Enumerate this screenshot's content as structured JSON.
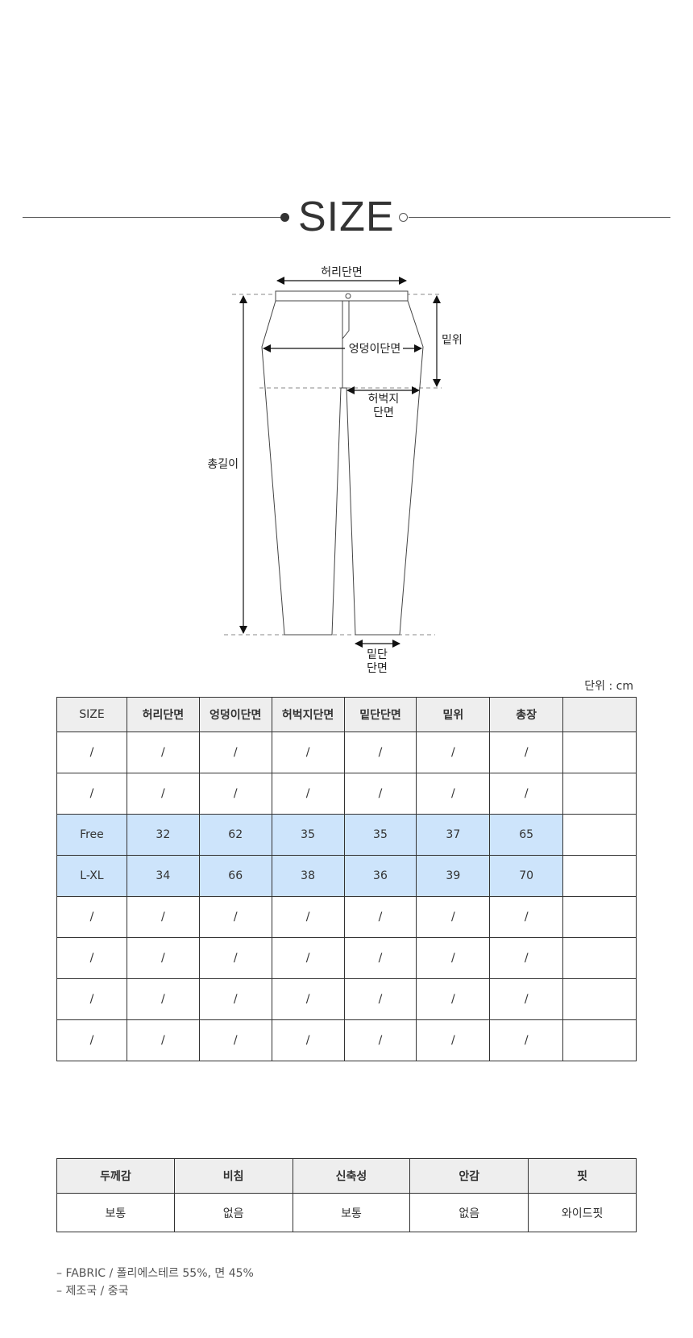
{
  "title": "SIZE",
  "diagram": {
    "waist": "허리단면",
    "hip": "엉덩이단면",
    "rise": "밑위",
    "thigh_line1": "허벅지",
    "thigh_line2": "단면",
    "total_length": "총길이",
    "hem_line1": "밑단",
    "hem_line2": "단면"
  },
  "unit_label": "단위 : cm",
  "size_table": {
    "headers": [
      "SIZE",
      "허리단면",
      "엉덩이단면",
      "허벅지단면",
      "밑단단면",
      "밑위",
      "총장",
      ""
    ],
    "rows": [
      [
        "/",
        "/",
        "/",
        "/",
        "/",
        "/",
        "/",
        ""
      ],
      [
        "/",
        "/",
        "/",
        "/",
        "/",
        "/",
        "/",
        ""
      ],
      [
        "Free",
        "32",
        "62",
        "35",
        "35",
        "37",
        "65",
        ""
      ],
      [
        "L-XL",
        "34",
        "66",
        "38",
        "36",
        "39",
        "70",
        ""
      ],
      [
        "/",
        "/",
        "/",
        "/",
        "/",
        "/",
        "/",
        ""
      ],
      [
        "/",
        "/",
        "/",
        "/",
        "/",
        "/",
        "/",
        ""
      ],
      [
        "/",
        "/",
        "/",
        "/",
        "/",
        "/",
        "/",
        ""
      ],
      [
        "/",
        "/",
        "/",
        "/",
        "/",
        "/",
        "/",
        ""
      ]
    ],
    "highlight_color": "#cde4fb"
  },
  "fabric_table": {
    "headers": [
      "두께감",
      "비침",
      "신축성",
      "안감",
      "핏"
    ],
    "values": [
      "보통",
      "없음",
      "보통",
      "없음",
      "와이드핏"
    ]
  },
  "notes": [
    "– FABRIC / 폴리에스테르 55%, 면 45%",
    "– 제조국 / 중국"
  ]
}
